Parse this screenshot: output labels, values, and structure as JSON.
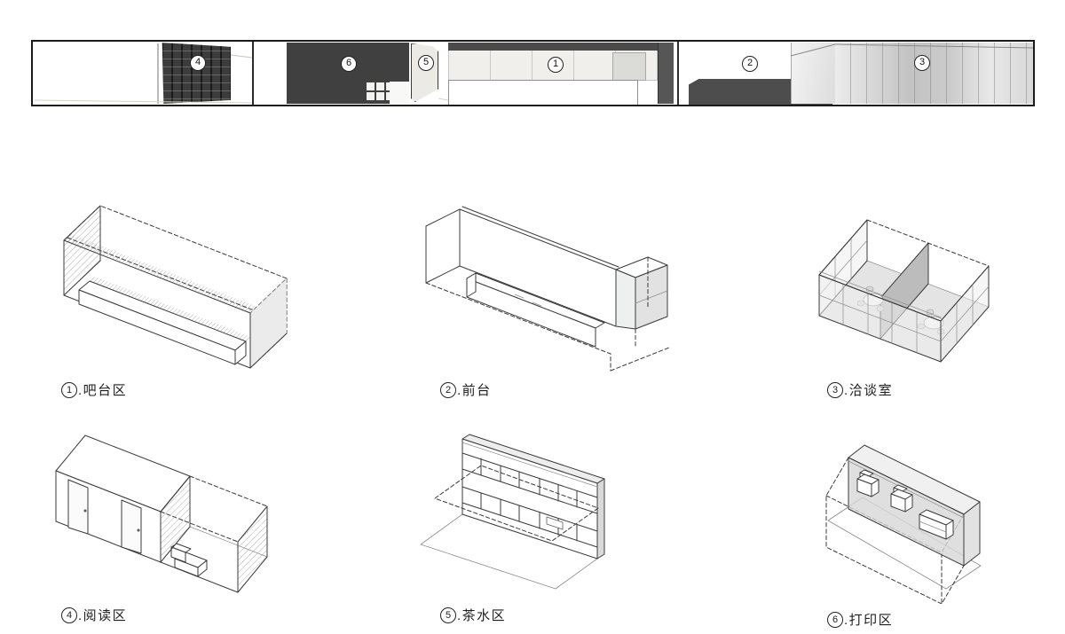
{
  "page": {
    "background": "#ffffff"
  },
  "colors": {
    "line": "#3b3b3b",
    "dark_panel": "#404040",
    "reception_counter": "#4d4d4d",
    "glass_light": "#e6e6e6",
    "hatch": "#9b9b9b"
  },
  "strip": {
    "zones": [
      {
        "number": "4"
      },
      {
        "number": "6"
      },
      {
        "number": "5"
      },
      {
        "number": "1"
      },
      {
        "number": "2"
      },
      {
        "number": "3"
      }
    ]
  },
  "diagrams": [
    {
      "label": "①.吧台区",
      "number": "1",
      "text": ".吧台区"
    },
    {
      "label": "②.前台",
      "number": "2",
      "text": ".前台"
    },
    {
      "label": "③.洽谈室",
      "number": "3",
      "text": ".洽谈室"
    },
    {
      "label": "④.阅读区",
      "number": "4",
      "text": ".阅读区"
    },
    {
      "label": "⑤.茶水区",
      "number": "5",
      "text": ".茶水区"
    },
    {
      "label": "⑥.打印区",
      "number": "6",
      "text": ".打印区"
    }
  ]
}
